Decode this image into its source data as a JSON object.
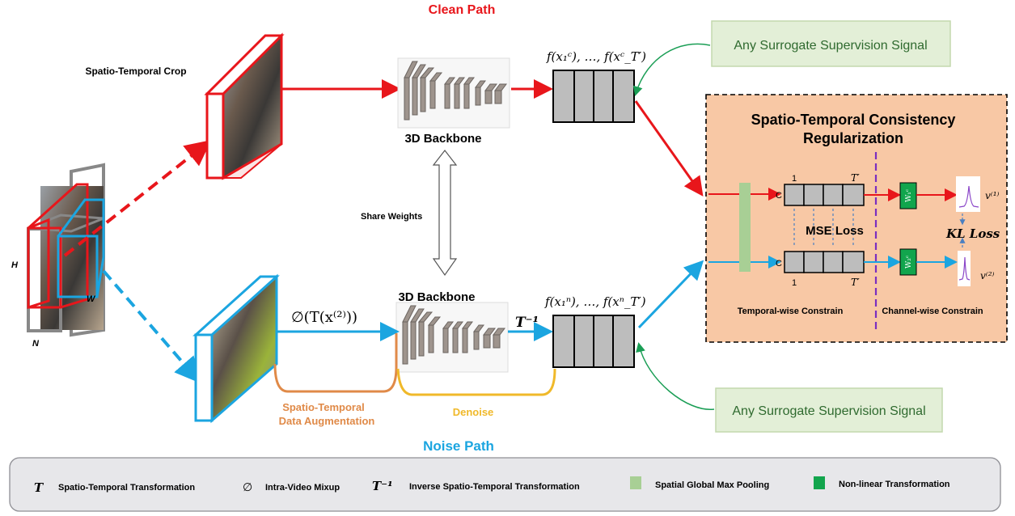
{
  "titles": {
    "clean_path": "Clean Path",
    "noise_path": "Noise Path",
    "st_crop": "Spatio-Temporal Crop",
    "share_weights": "Share Weights",
    "backbone_top": "3D Backbone",
    "backbone_bottom": "3D Backbone"
  },
  "features": {
    "clean": "f(x₁ᶜ), …, f(xᶜ_T′)",
    "noise": "f(x₁ⁿ), …, f(xⁿ_T′)"
  },
  "transforms": {
    "phi_label": "∅(T(x⁽²⁾))",
    "tinv_label": "T⁻¹"
  },
  "dims": {
    "h": "H",
    "w": "W",
    "n": "N"
  },
  "augment": {
    "line1": "Spatio-Temporal",
    "line2": "Data Augmentation"
  },
  "denoise": "Denoise",
  "surrogate": {
    "top": "Any Surrogate Supervision Signal",
    "bottom": "Any Surrogate Supervision Signal"
  },
  "stcr": {
    "title1": "Spatio-Temporal Consistency",
    "title2": "Regularization",
    "c_top": "C",
    "c_bottom": "C",
    "one_top": "1",
    "one_bottom": "1",
    "tprime_top": "T′",
    "tprime_bottom": "T′",
    "mse": "MSE Loss",
    "kl": "KL Loss",
    "w1": "W₁ᶜ",
    "w2": "W₂ᶜ",
    "v1": "v⁽¹⁾",
    "v2": "v⁽²⁾",
    "temporal": "Temporal-wise Constrain",
    "channel": "Channel-wise Constrain"
  },
  "legend": [
    {
      "sym": "T",
      "label": "Spatio-Temporal Transformation"
    },
    {
      "sym": "∅",
      "label": "Intra-Video Mixup"
    },
    {
      "sym": "T⁻¹",
      "label": "Inverse Spatio-Temporal Transformation"
    },
    {
      "sym": "pool-swatch",
      "label": "Spatial Global Max Pooling"
    },
    {
      "sym": "nonlinear-swatch",
      "label": "Non-linear Transformation"
    }
  ],
  "colors": {
    "red": "#e8161b",
    "blue": "#1ba5e0",
    "orange": "#e08a48",
    "gold": "#f0b92a",
    "green": "#1a9e55",
    "pool": "#a8cf95",
    "nonlinear": "#12a54d",
    "stcr_bg": "#f8c8a5",
    "legend_bg": "#e7e7ea"
  }
}
